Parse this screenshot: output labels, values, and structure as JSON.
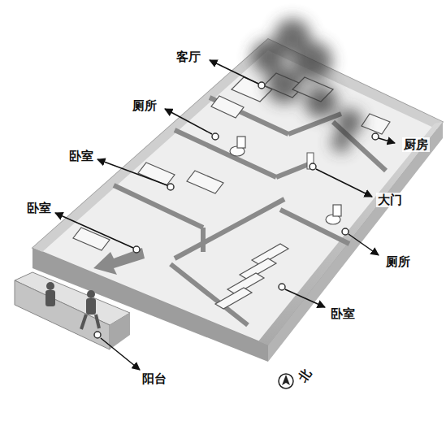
{
  "diagram": {
    "labels": [
      "客厅",
      "厕所",
      "厨房",
      "卧室",
      "大门",
      "卧室",
      "厕所",
      "卧室",
      "阳台",
      "北"
    ]
  }
}
